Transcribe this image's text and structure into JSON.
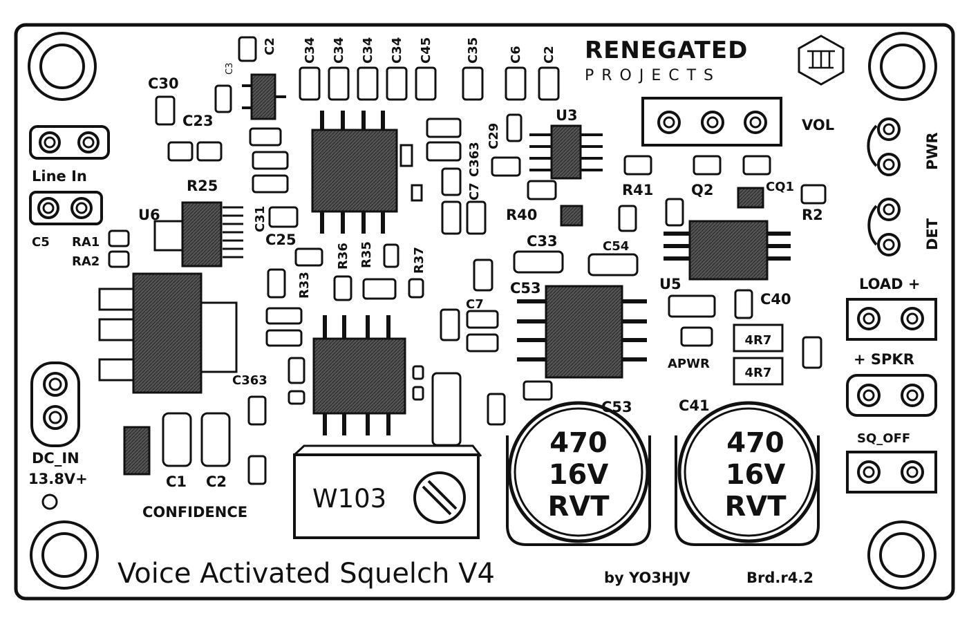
{
  "brand": {
    "name": "RENEGATED",
    "sub": "PROJECTS"
  },
  "board": {
    "title": "Voice Activated Squelch V4",
    "author": "by YO3HJV",
    "revision": "Brd.r4.2"
  },
  "connectors": {
    "line_in": "Line In",
    "c5": "C5",
    "dc_in": "DC_IN",
    "dc_voltage": "13.8V+",
    "vol": "VOL",
    "pwr": "PWR",
    "det": "DET",
    "load": "LOAD +",
    "spkr": "+ SPKR",
    "sq_off": "SQ_OFF"
  },
  "labels": {
    "c2_top": "C2",
    "c3": "C3",
    "c30": "C30",
    "c23": "C23",
    "r25": "R25",
    "u6": "U6",
    "ra1": "RA1",
    "ra2": "RA2",
    "c31": "C31",
    "c25": "C25",
    "r36": "R36",
    "r35": "R35",
    "r37": "R37",
    "r33": "R33",
    "c363_left": "C363",
    "c1": "C1",
    "c2_bottom": "C2",
    "confidence": "CONFIDENCE",
    "c34_a": "C34",
    "c34_b": "C34",
    "c34_c": "C34",
    "c34_d": "C34",
    "c45": "C45",
    "c35": "C35",
    "c6": "C6",
    "c2_right": "C2",
    "c29": "C29",
    "c363_mid": "C363",
    "c7_mid": "C7",
    "u3": "U3",
    "r40": "R40",
    "r41": "R41",
    "q2": "Q2",
    "cq1": "CQ1",
    "r2": "R2",
    "c33": "C33",
    "c54": "C54",
    "c53_mid": "C53",
    "c7_low": "C7",
    "u5": "U5",
    "c40": "C40",
    "apwr": "APWR",
    "c53_cap": "C53",
    "c41": "C41",
    "res_4r7_a": "4R7",
    "res_4r7_b": "4R7",
    "trimmer": "W103"
  },
  "caps": {
    "left": {
      "line1": "470",
      "line2": "16V",
      "line3": "RVT"
    },
    "right": {
      "line1": "470",
      "line2": "16V",
      "line3": "RVT"
    }
  }
}
